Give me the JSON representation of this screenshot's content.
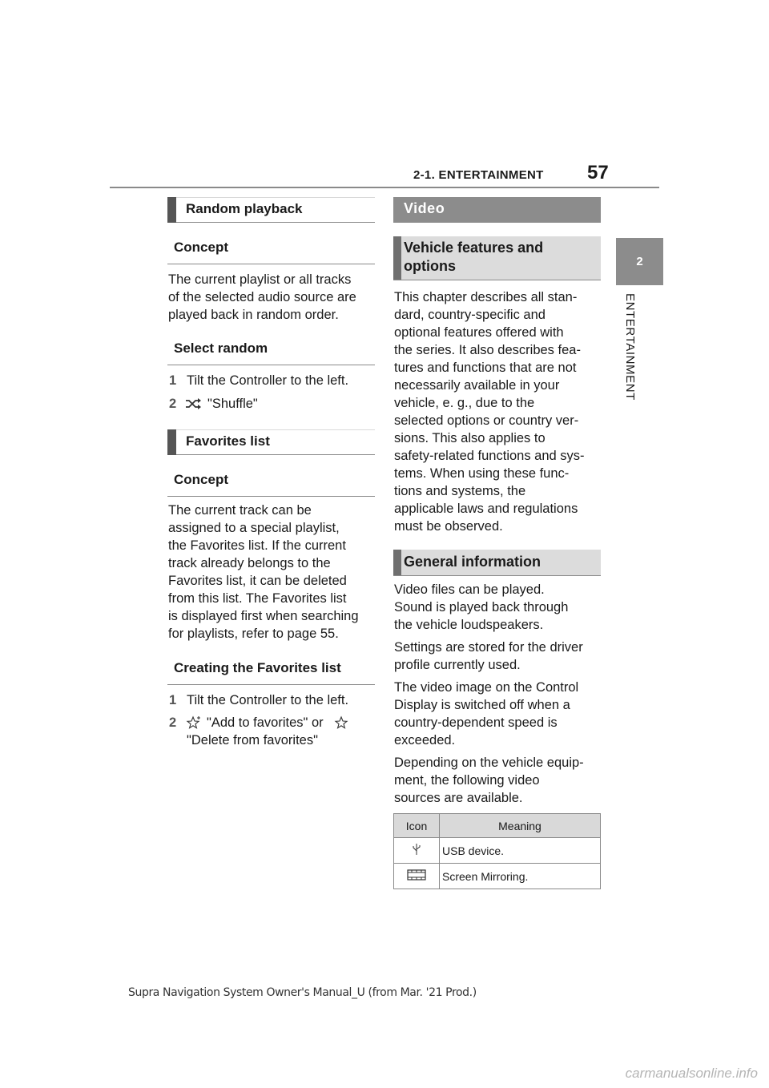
{
  "header": {
    "section": "2-1. ENTERTAINMENT",
    "page_number": "57"
  },
  "side_tab": {
    "number": "2",
    "label": "ENTERTAINMENT"
  },
  "left": {
    "random_playback": {
      "heading": "Random playback",
      "concept_heading": "Concept",
      "concept_text": [
        "The current playlist or all tracks",
        "of the selected audio source are",
        "played back in random order."
      ],
      "select_heading": "Select random",
      "steps": [
        {
          "num": "1",
          "text": "Tilt the Controller to the left."
        },
        {
          "num": "2",
          "text": "\"Shuffle\"",
          "icon": "shuffle-icon"
        }
      ]
    },
    "favorites": {
      "heading": "Favorites list",
      "concept_heading": "Concept",
      "concept_text": [
        "The current track can be",
        "assigned to a special playlist,",
        "the Favorites list. If the current",
        "track already belongs to the",
        "Favorites list, it can be deleted",
        "from this list. The Favorites list",
        "is displayed first when searching",
        "for playlists, refer to page 55."
      ],
      "create_heading": "Creating the Favorites list",
      "steps": [
        {
          "num": "1",
          "text": "Tilt the Controller to the left."
        },
        {
          "num": "2",
          "text": "\"Add to favorites\" or",
          "text2": "\"Delete from favorites\"",
          "icon": "star-add-icon",
          "icon2": "star-icon"
        }
      ]
    }
  },
  "right": {
    "video_heading": "Video",
    "features_heading": [
      "Vehicle features and",
      "options"
    ],
    "features_text": [
      "This chapter describes all stan-",
      "dard, country-specific and",
      "optional features offered with",
      "the series. It also describes fea-",
      "tures and functions that are not",
      "necessarily available in your",
      "vehicle, e. g., due to the",
      "selected options or country ver-",
      "sions. This also applies to",
      "safety-related functions and sys-",
      "tems. When using these func-",
      "tions and systems, the",
      "applicable laws and regulations",
      "must be observed."
    ],
    "general_heading": "General information",
    "general_p1": [
      "Video files can be played.",
      "Sound is played back through",
      "the vehicle loudspeakers."
    ],
    "general_p2": [
      "Settings are stored for the driver",
      "profile currently used."
    ],
    "general_p3": [
      "The video image on the Control",
      "Display is switched off when a",
      "country-dependent speed is",
      "exceeded."
    ],
    "general_p4": [
      "Depending on the vehicle equip-",
      "ment, the following video",
      "sources are available."
    ],
    "table": {
      "headers": [
        "Icon",
        "Meaning"
      ],
      "rows": [
        {
          "icon": "usb-icon",
          "meaning": "USB device."
        },
        {
          "icon": "screen-mirroring-icon",
          "meaning": "Screen Mirroring."
        }
      ]
    }
  },
  "footer": "Supra Navigation System Owner's Manual_U (from Mar. '21 Prod.)",
  "watermark": "carmanualsonline.info"
}
